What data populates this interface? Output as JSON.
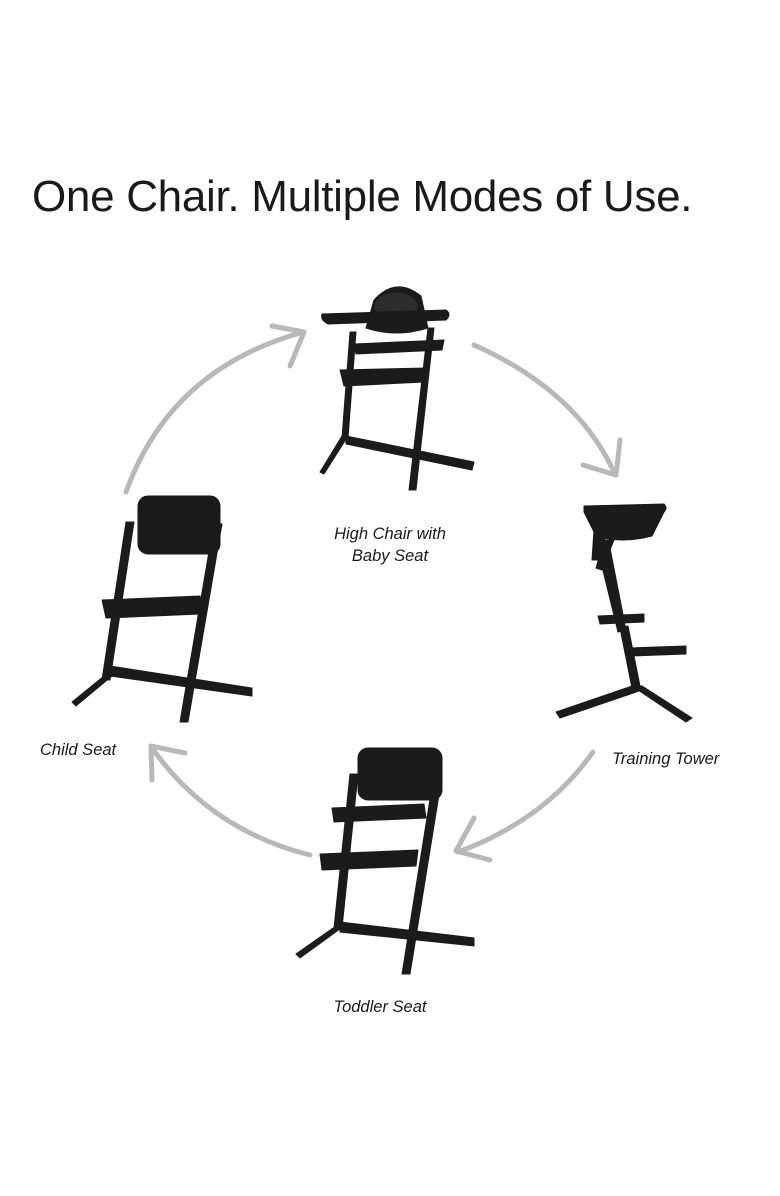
{
  "title": "One Chair. Multiple Modes of Use.",
  "colors": {
    "arrow": "#b8b8b8",
    "chair": "#1b1b1b",
    "text": "#1a1a1a"
  },
  "modes": [
    {
      "id": "high-chair",
      "lines": [
        "High Chair with",
        "Baby Seat"
      ]
    },
    {
      "id": "training-tower",
      "lines": [
        "Training Tower"
      ]
    },
    {
      "id": "toddler-seat",
      "lines": [
        "Toddler Seat"
      ]
    },
    {
      "id": "child-seat",
      "lines": [
        "Child Seat"
      ]
    }
  ]
}
